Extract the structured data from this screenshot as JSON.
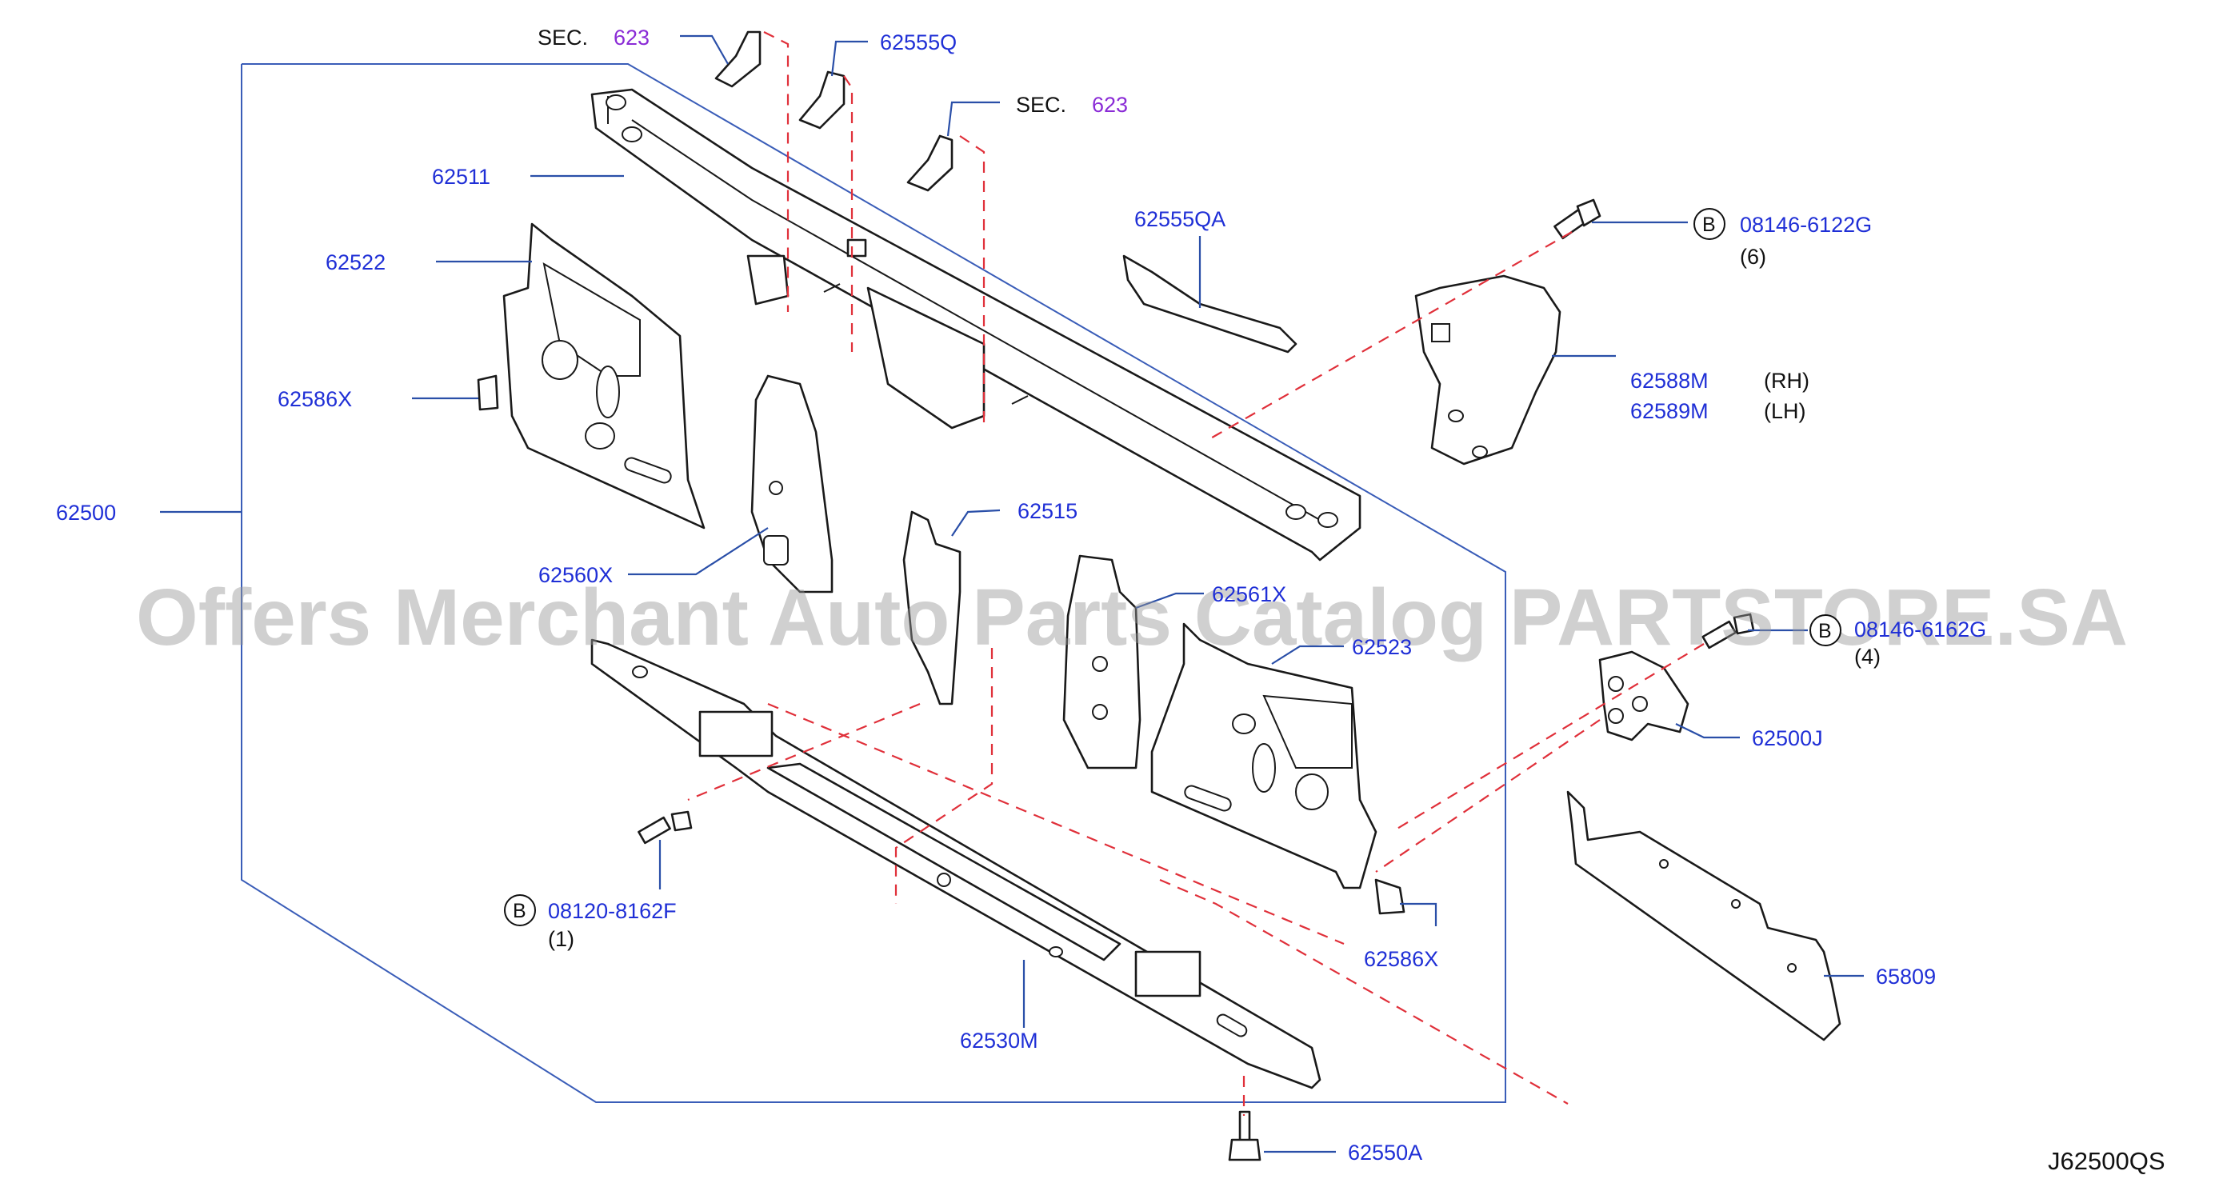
{
  "diagram_code": "J62500QS",
  "watermark": "Offers Merchant Auto Parts Catalog PARTSTORE.SA",
  "section_refs": [
    {
      "prefix": "SEC.",
      "number": "623"
    },
    {
      "prefix": "SEC.",
      "number": "623"
    }
  ],
  "parts": {
    "p62500": "62500",
    "p62511": "62511",
    "p62522": "62522",
    "p62586X_left": "62586X",
    "p62560X": "62560X",
    "p62515": "62515",
    "p62561X": "62561X",
    "p62523": "62523",
    "p62586X_right": "62586X",
    "p62530M": "62530M",
    "p62550A": "62550A",
    "p62555Q": "62555Q",
    "p62555QA": "62555QA",
    "p62588M": "62588M",
    "p62589M": "62589M",
    "p62500J": "62500J",
    "p65809": "65809"
  },
  "sides": {
    "rh": "(RH)",
    "lh": "(LH)"
  },
  "bolts": [
    {
      "letter": "B",
      "part": "08146-6122G",
      "qty": "(6)"
    },
    {
      "letter": "B",
      "part": "08146-6162G",
      "qty": "(4)"
    },
    {
      "letter": "B",
      "part": "08120-8162F",
      "qty": "(1)"
    }
  ],
  "colors": {
    "part_number": "#1f2fd6",
    "section_number": "#8a2bd6",
    "leader": "#2a4fa8",
    "phantom_line": "#e0303a"
  }
}
